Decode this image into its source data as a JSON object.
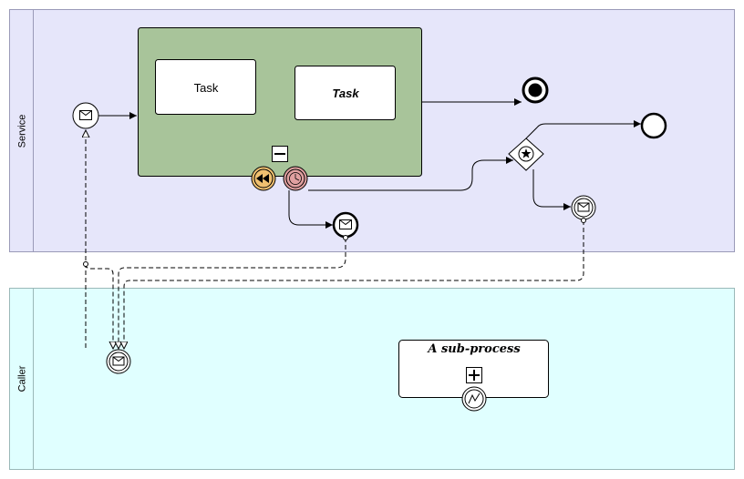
{
  "lanes": {
    "service_label": "Service",
    "caller_label": "Caller"
  },
  "tasks": {
    "task1_label": "Task",
    "task2_label": "Task"
  },
  "subprocess": {
    "title": "A sub-process"
  },
  "colors": {
    "service_lane_fill": "#e6e6fa",
    "caller_lane_fill": "#e0ffff",
    "subprocess_fill": "#a8c49a",
    "compensation_fill": "#f0c070",
    "timer_fill": "#e0a0a0"
  },
  "icons": [
    "envelope-icon",
    "rewind-icon",
    "clock-icon",
    "collapse-minus-icon",
    "expand-plus-icon",
    "lightning-icon",
    "star-icon"
  ]
}
